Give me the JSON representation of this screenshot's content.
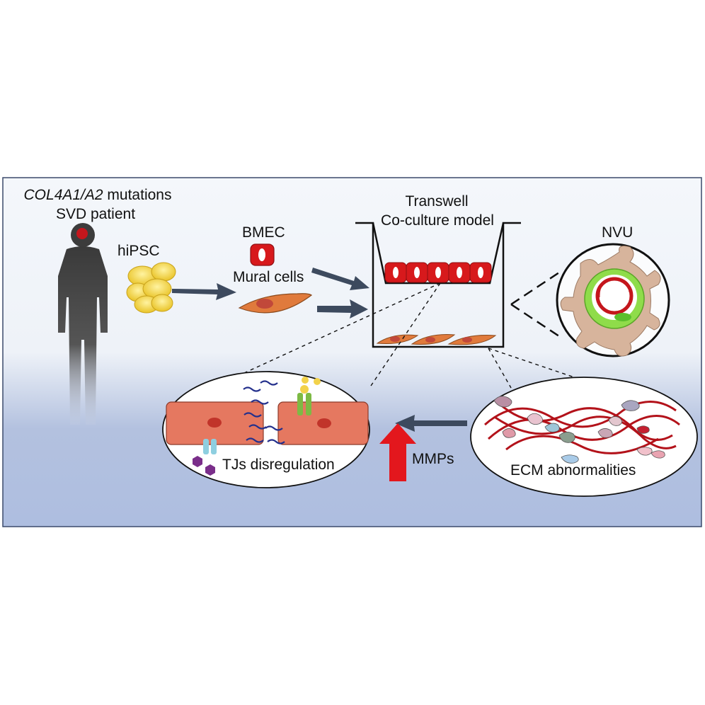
{
  "patient": {
    "line1_italic": "COL4A1/A2",
    "line1_rest": " mutations",
    "line2": "SVD patient"
  },
  "labels": {
    "hipsc": "hiPSC",
    "bmec": "BMEC",
    "mural": "Mural cells",
    "transwell_line1": "Transwell",
    "transwell_line2": "Co-culture model",
    "nvu": "NVU",
    "tjs": "TJs disregulation",
    "mmps": "MMPs",
    "ecm": "ECM abnormalities"
  },
  "colors": {
    "panel_border": "#3b4a6b",
    "background_top": "#f4f7fb",
    "background_bottom": "#a9b9db",
    "arrow": "#3d4a5e",
    "endothelial_red": "#d7191c",
    "mural_orange": "#d9703a",
    "stem_yellow": "#f5d84a",
    "nvu_green": "#8fdc4a",
    "nvu_tan": "#d6b39a",
    "mmp_arrow": "#e3171d",
    "silhouette": "#3a3a3a"
  }
}
